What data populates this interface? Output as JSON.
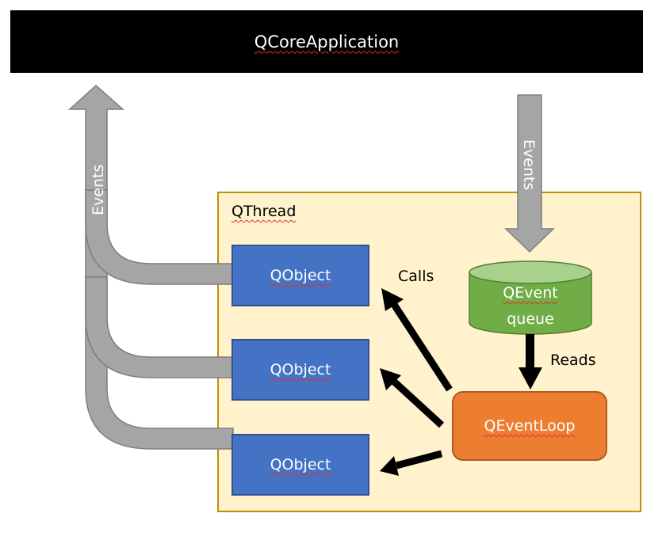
{
  "app": {
    "title": "QCoreApplication"
  },
  "thread": {
    "label": "QThread"
  },
  "objects": [
    {
      "label": "QObject"
    },
    {
      "label": "QObject"
    },
    {
      "label": "QObject"
    }
  ],
  "queue": {
    "line1": "QEvent",
    "line2": "queue"
  },
  "event_loop": {
    "label": "QEventLoop"
  },
  "edges": {
    "events_up_label": "Events",
    "events_down_label": "Events",
    "calls_label": "Calls",
    "reads_label": "Reads"
  },
  "colors": {
    "app_bar": "#000000",
    "thread_fill": "#fff2cc",
    "thread_border": "#bf9000",
    "qobject": "#4472c4",
    "queue": "#70ad47",
    "event_loop": "#ed7d31",
    "events_arrow": "#a5a5a5"
  }
}
